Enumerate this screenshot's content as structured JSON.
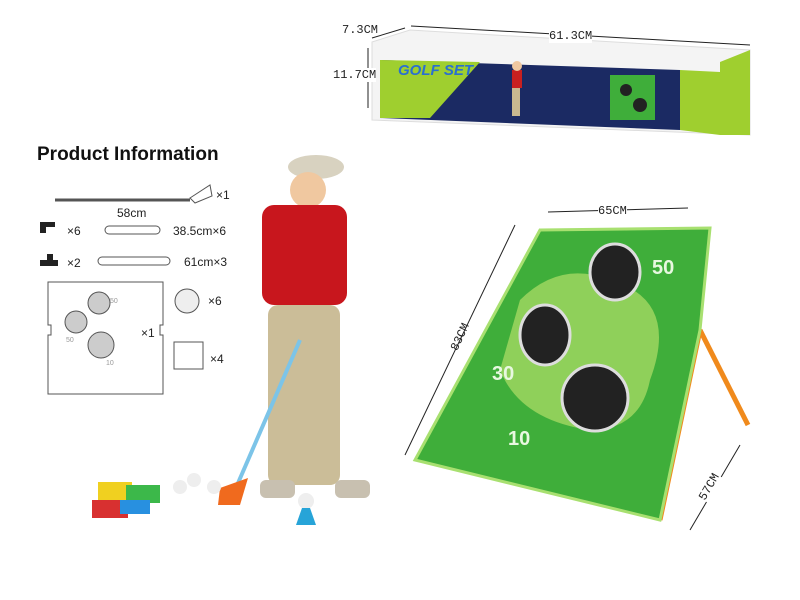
{
  "info": {
    "title": "Product Information",
    "club_length": "58cm",
    "club_qty": "×1",
    "corner_qty": "×6",
    "short_pole": "38.5cm×6",
    "tee_qty": "×2",
    "long_pole": "61cm×3",
    "target_qty": "×1",
    "target_scores": [
      "50",
      "50",
      "10"
    ],
    "ball_qty": "×6",
    "beanbag_qty": "×4"
  },
  "box": {
    "depth": "7.3CM",
    "length": "61.3CM",
    "height": "11.7CM",
    "brand": "GOLF SET"
  },
  "net": {
    "width": "65CM",
    "height": "83CM",
    "depth": "57CM",
    "scores": [
      "50",
      "30",
      "10"
    ]
  },
  "colors": {
    "net_green": "#3fae3a",
    "light_green": "#8fd05a",
    "box_navy": "#1b2a63",
    "box_lime": "#9fcf2f",
    "frame_orange": "#f08a1c"
  }
}
